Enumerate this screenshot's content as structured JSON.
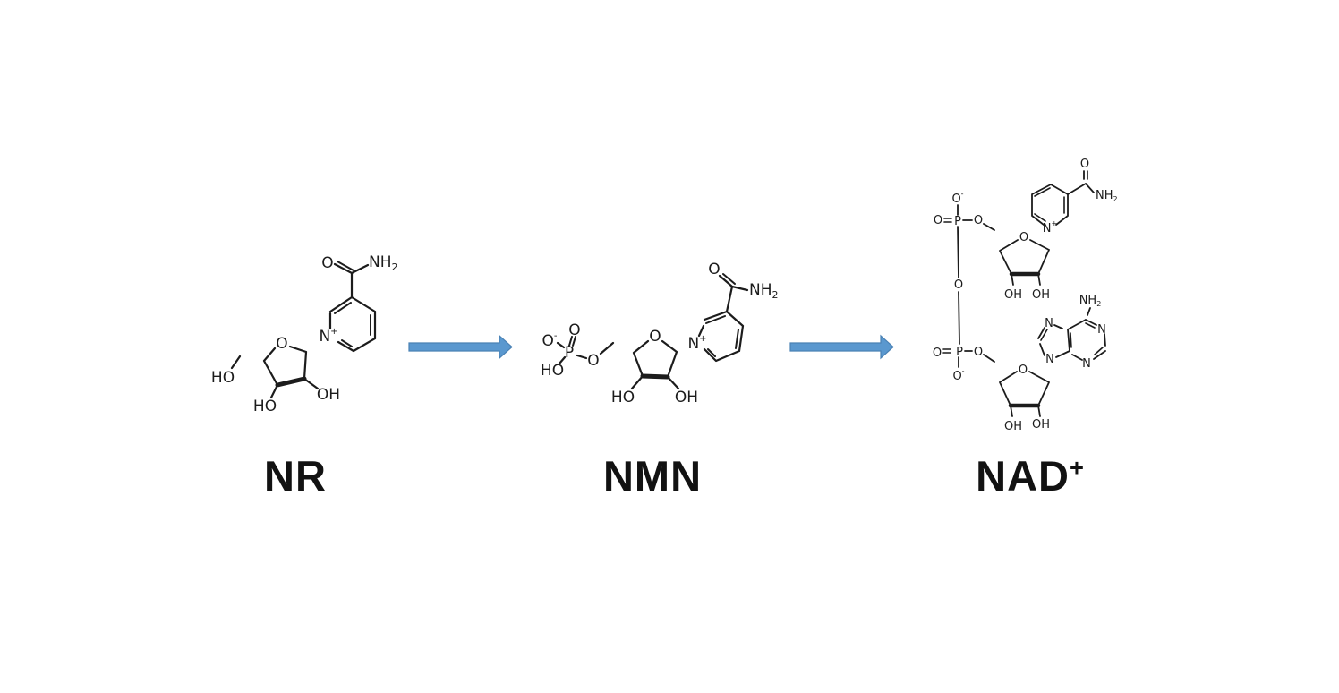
{
  "diagram": {
    "compounds": [
      {
        "id": "nr",
        "name": "NR"
      },
      {
        "id": "nmn",
        "name": "NMN"
      },
      {
        "id": "nad",
        "name": "NAD",
        "charge": "+"
      }
    ],
    "arrows": [
      {
        "from": "NR",
        "to": "NMN",
        "direction": "right"
      },
      {
        "from": "NMN",
        "to": "NAD+",
        "direction": "right"
      }
    ]
  },
  "glyphs": {
    "O": "O",
    "N": "N",
    "P": "P",
    "OH": "OH",
    "HO": "HO",
    "NH": "NH",
    "two": "2",
    "plus": "+",
    "minus": "-"
  },
  "colors": {
    "background": "#ffffff",
    "bond": "#1c1c1c",
    "label": "#121212",
    "arrow_fill": "#5a98cf",
    "arrow_edge": "#4a82b5"
  }
}
